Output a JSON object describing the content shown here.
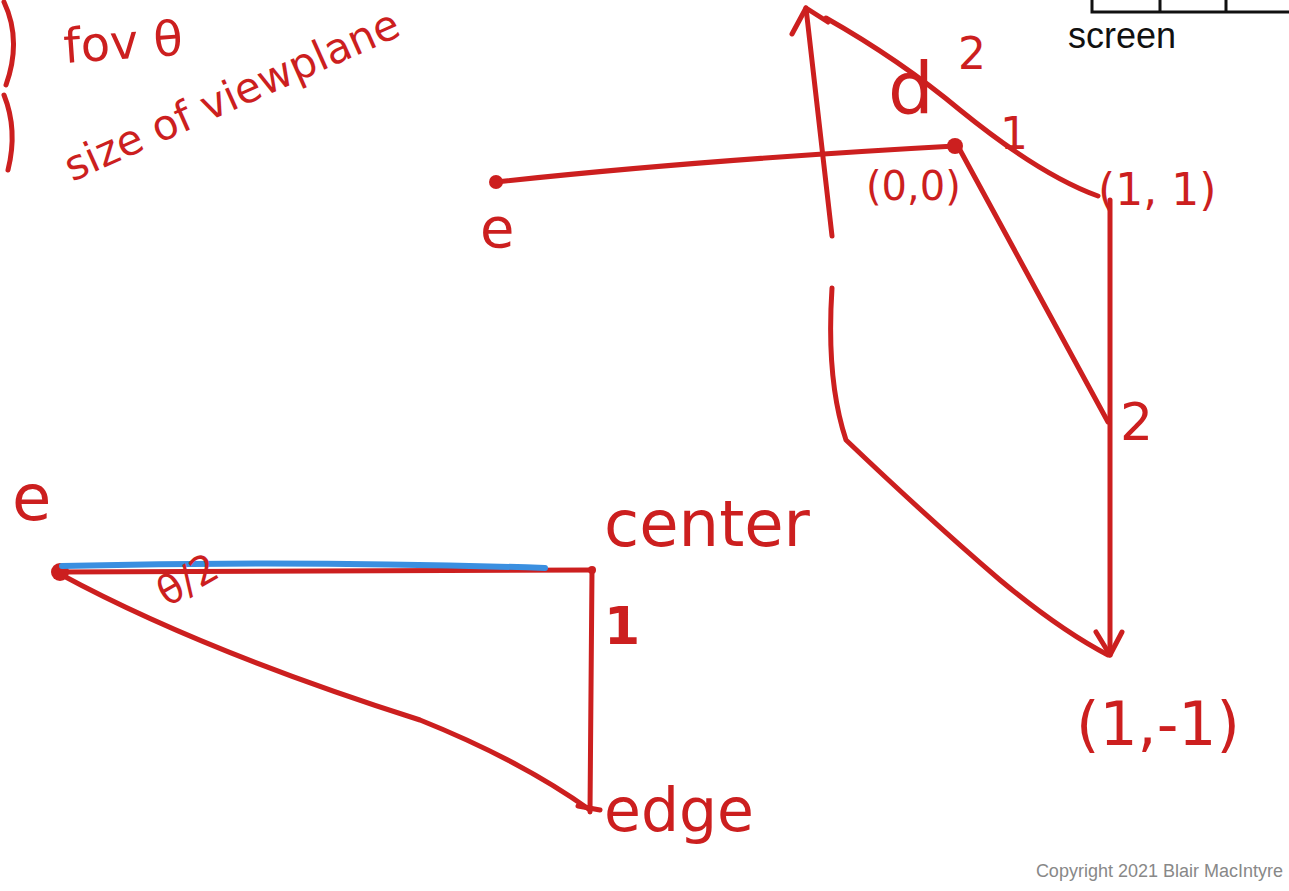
{
  "diagram": {
    "labels": [
      "fov θ",
      "size of viewplane",
      "screen",
      "2",
      "(1, 1)",
      "d",
      "e",
      "(0,0)",
      "1",
      "2",
      "e",
      "θ/2",
      "center",
      "1",
      "edge",
      "(1,-1)",
      "Copyright 2021 Blair MacIntyre"
    ]
  }
}
